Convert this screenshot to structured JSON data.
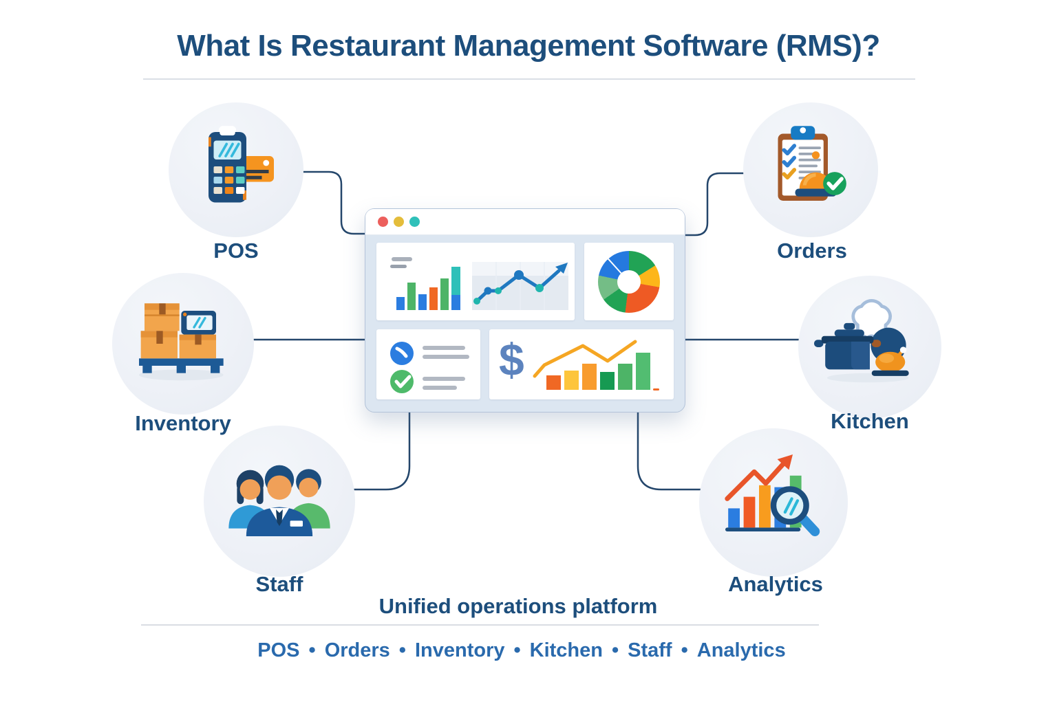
{
  "header": {
    "title": "What Is Restaurant Management Software (RMS)?"
  },
  "nodes": [
    {
      "id": "pos",
      "label": "POS",
      "icon": "pos-terminal-card-icon"
    },
    {
      "id": "orders",
      "label": "Orders",
      "icon": "orders-clipboard-bell-icon"
    },
    {
      "id": "inventory",
      "label": "Inventory",
      "icon": "inventory-boxes-pallet-icon"
    },
    {
      "id": "kitchen",
      "label": "Kitchen",
      "icon": "kitchen-pot-chef-hat-icon"
    },
    {
      "id": "staff",
      "label": "Staff",
      "icon": "staff-team-icon"
    },
    {
      "id": "analytics",
      "label": "Analytics",
      "icon": "analytics-bars-magnifier-icon"
    }
  ],
  "dashboard": {
    "traffic_light_colors": [
      "#ec5f5c",
      "#e4bd3b",
      "#2fc0b9"
    ],
    "dollar_symbol": "$",
    "panels": [
      "sales-bars-and-trend-line",
      "category-donut-chart",
      "task-status-list",
      "revenue-bars-with-trend"
    ]
  },
  "footer": {
    "tagline": "Unified operations platform",
    "separator": "•",
    "features": [
      "POS",
      "Orders",
      "Inventory",
      "Kitchen",
      "Staff",
      "Analytics"
    ]
  },
  "colors": {
    "title_text": "#1d4e7c",
    "features_text": "#2a6aad",
    "connector": "#24466b",
    "node_circle_bg": "#eef1f7",
    "window_body_bg": "#dce6f1"
  }
}
